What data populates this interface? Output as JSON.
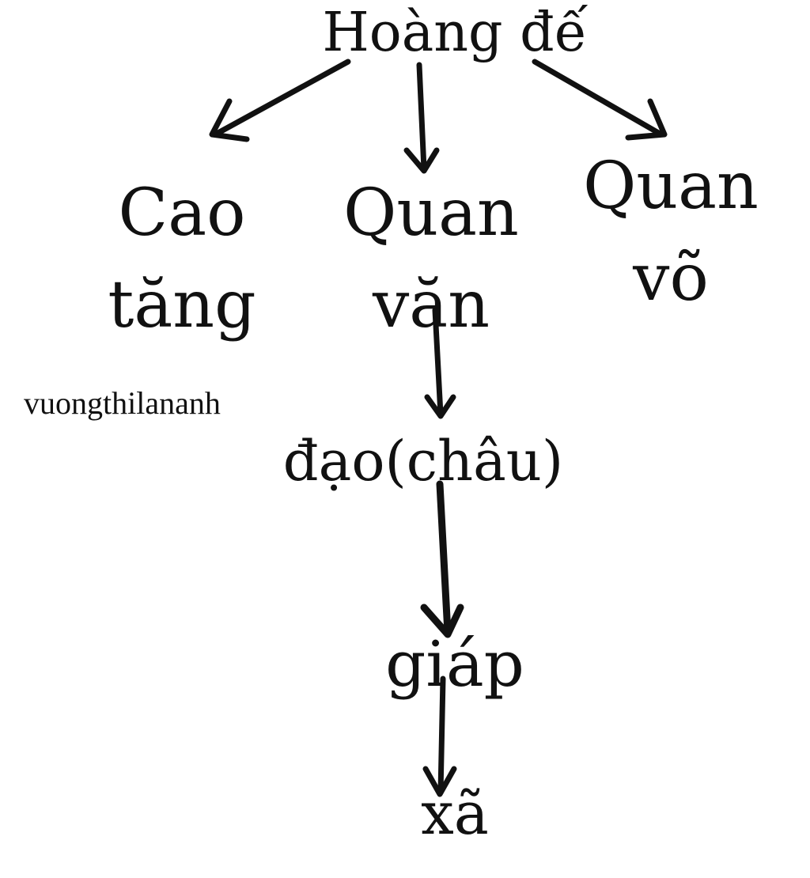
{
  "diagram": {
    "root": "Hoàng đế",
    "level1": [
      {
        "lines": [
          "Cao",
          "tăng"
        ]
      },
      {
        "lines": [
          "Quan",
          "văn"
        ]
      },
      {
        "lines": [
          "Quan",
          "võ"
        ]
      }
    ],
    "chain": [
      "đạo(châu)",
      "giáp",
      "xã"
    ],
    "watermark": "vuongthilananh"
  }
}
